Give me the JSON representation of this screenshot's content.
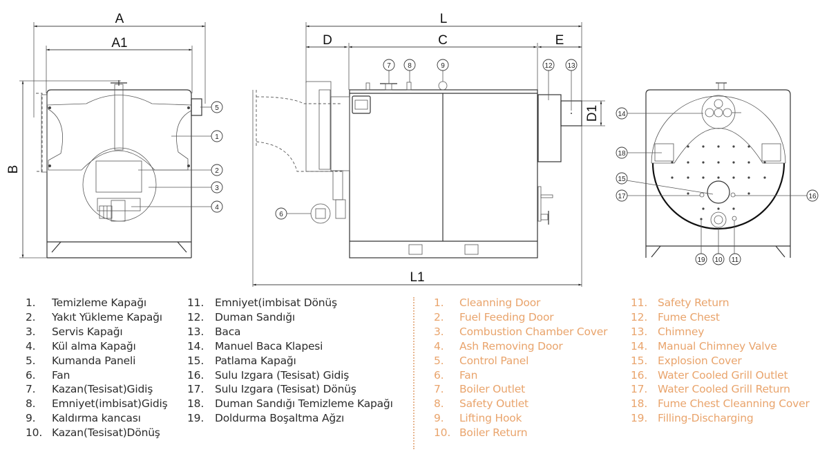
{
  "title": "Boiler Technical Drawing",
  "dimensions": {
    "front": {
      "A": "A",
      "A1": "A1",
      "B": "B"
    },
    "side": {
      "L": "L",
      "D": "D",
      "C": "C",
      "E": "E",
      "D1": "D1",
      "L1": "L1"
    }
  },
  "callouts": {
    "front": [
      "1",
      "2",
      "3",
      "4",
      "5"
    ],
    "side": [
      "6",
      "7",
      "8",
      "9",
      "12",
      "13"
    ],
    "rear": [
      "14",
      "18",
      "15",
      "17",
      "16",
      "19",
      "10",
      "11"
    ]
  },
  "colors": {
    "turkish_text": "#2c2c2c",
    "english_text": "#e9a46c",
    "divider": "#e7b58f",
    "line": "#333333"
  },
  "legend": {
    "turkish": [
      {
        "num": "1.",
        "label": "Temizleme Kapağı"
      },
      {
        "num": "2.",
        "label": "Yakıt Yükleme Kapağı"
      },
      {
        "num": "3.",
        "label": "Servis Kapağı"
      },
      {
        "num": "4.",
        "label": "Kül alma Kapağı"
      },
      {
        "num": "5.",
        "label": "Kumanda Paneli"
      },
      {
        "num": "6.",
        "label": "Fan"
      },
      {
        "num": "7.",
        "label": "Kazan(Tesisat)Gidiş"
      },
      {
        "num": "8.",
        "label": "Emniyet(imbisat)Gidiş"
      },
      {
        "num": "9.",
        "label": "Kaldırma kancası"
      },
      {
        "num": "10.",
        "label": "Kazan(Tesisat)Dönüş"
      },
      {
        "num": "11.",
        "label": "Emniyet(imbisat Dönüş"
      },
      {
        "num": "12.",
        "label": "Duman Sandığı"
      },
      {
        "num": "13.",
        "label": "Baca"
      },
      {
        "num": "14.",
        "label": "Manuel Baca Klapesi"
      },
      {
        "num": "15.",
        "label": "Patlama Kapağı"
      },
      {
        "num": "16.",
        "label": "Sulu Izgara (Tesisat) Gidiş"
      },
      {
        "num": "17.",
        "label": "Sulu Izgara (Tesisat) Dönüş"
      },
      {
        "num": "18.",
        "label": "Duman Sandığı Temizleme Kapağı"
      },
      {
        "num": "19.",
        "label": "Doldurma Boşaltma Ağzı"
      }
    ],
    "english": [
      {
        "num": "1.",
        "label": "Cleanning Door"
      },
      {
        "num": "2.",
        "label": "Fuel Feeding Door"
      },
      {
        "num": "3.",
        "label": "Combustion Chamber Cover"
      },
      {
        "num": "4.",
        "label": "Ash Removing Door"
      },
      {
        "num": "5.",
        "label": "Control Panel"
      },
      {
        "num": "6.",
        "label": "Fan"
      },
      {
        "num": "7.",
        "label": "Boiler Outlet"
      },
      {
        "num": "8.",
        "label": "Safety Outlet"
      },
      {
        "num": "9.",
        "label": "Lifting Hook"
      },
      {
        "num": "10.",
        "label": "Boiler Return"
      },
      {
        "num": "11.",
        "label": "Safety Return"
      },
      {
        "num": "12.",
        "label": "Fume Chest"
      },
      {
        "num": "13.",
        "label": "Chimney"
      },
      {
        "num": "14.",
        "label": "Manual Chimney Valve"
      },
      {
        "num": "15.",
        "label": "Explosion Cover"
      },
      {
        "num": "16.",
        "label": "Water Cooled Grill Outlet"
      },
      {
        "num": "17.",
        "label": "Water Cooled Grill Return"
      },
      {
        "num": "18.",
        "label": "Fume Chest Cleanning Cover"
      },
      {
        "num": "19.",
        "label": "Filling-Discharging"
      }
    ]
  }
}
